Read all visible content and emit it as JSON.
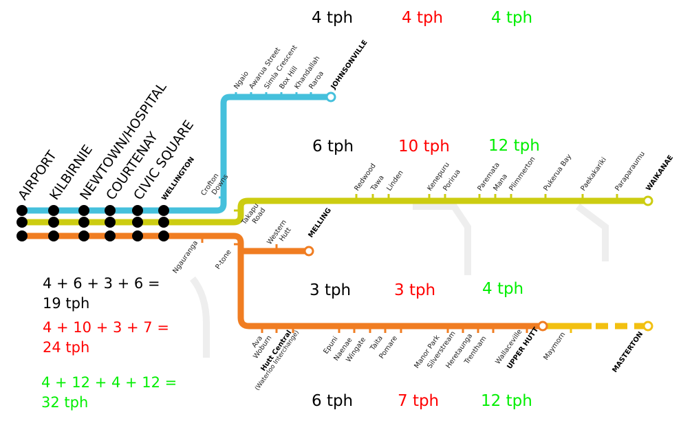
{
  "colors": {
    "johnsonville": "#45c0dc",
    "kapiti": "#cccc11",
    "hutt": "#f07d22",
    "wairarapa": "#f2c011",
    "black": "#000000",
    "red": "#ff0000",
    "green": "#00ee00"
  },
  "tph": {
    "johnsonville": [
      "4 tph",
      "4 tph",
      "4 tph"
    ],
    "kapiti": [
      "6 tph",
      "10 tph",
      "12 tph"
    ],
    "melling": [
      "3 tph",
      "3 tph",
      "4 tph"
    ],
    "hutt": [
      "6 tph",
      "7 tph",
      "12 tph"
    ]
  },
  "sums": {
    "black": "4 + 6 + 3 + 6 =\n19 tph",
    "red": "4 + 10 + 3 + 7 =\n24 tph",
    "green": "4 + 12 + 4 + 12 =\n32 tph"
  },
  "trunk": {
    "stops": [
      "AIRPORT",
      "KILBIRNIE",
      "NEWTOWN/HOSPITAL",
      "COURTENAY",
      "CIVIC SQUARE"
    ],
    "terminus": "WELLINGTON"
  },
  "johnsonville": {
    "stations": [
      "Crofton Downs",
      "Ngaio",
      "Awarua Street",
      "Simla Crescent",
      "Box Hill",
      "Khandallah",
      "Raroa"
    ],
    "terminus": "JOHNSONVILLE"
  },
  "kapiti": {
    "stations": [
      "Takapu Road",
      "Redwood",
      "Tawa",
      "Linden",
      "Kenepuru",
      "Porirua",
      "Paremata",
      "Mana",
      "Plimmerton",
      "Pukerua Bay",
      "Paekakariki",
      "Paraparaumu"
    ],
    "terminus": "WAIKANAE"
  },
  "melling": {
    "stations": [
      "Ngauranga",
      "P-tone",
      "Western Hutt"
    ],
    "terminus": "MELLING"
  },
  "hutt": {
    "stations": [
      "Ava",
      "Woburn",
      "Hutt Central",
      "(Waterloo Interchange)",
      "Epuni",
      "Naenae",
      "Wingate",
      "Taita",
      "Pomare",
      "Manor Park",
      "Silverstream",
      "Heretaunga",
      "Trentham",
      "Wallaceville",
      "UPPER HUTT"
    ]
  },
  "wairarapa": {
    "stations": [
      "Maymorn"
    ],
    "terminus": "MASTERTON"
  }
}
